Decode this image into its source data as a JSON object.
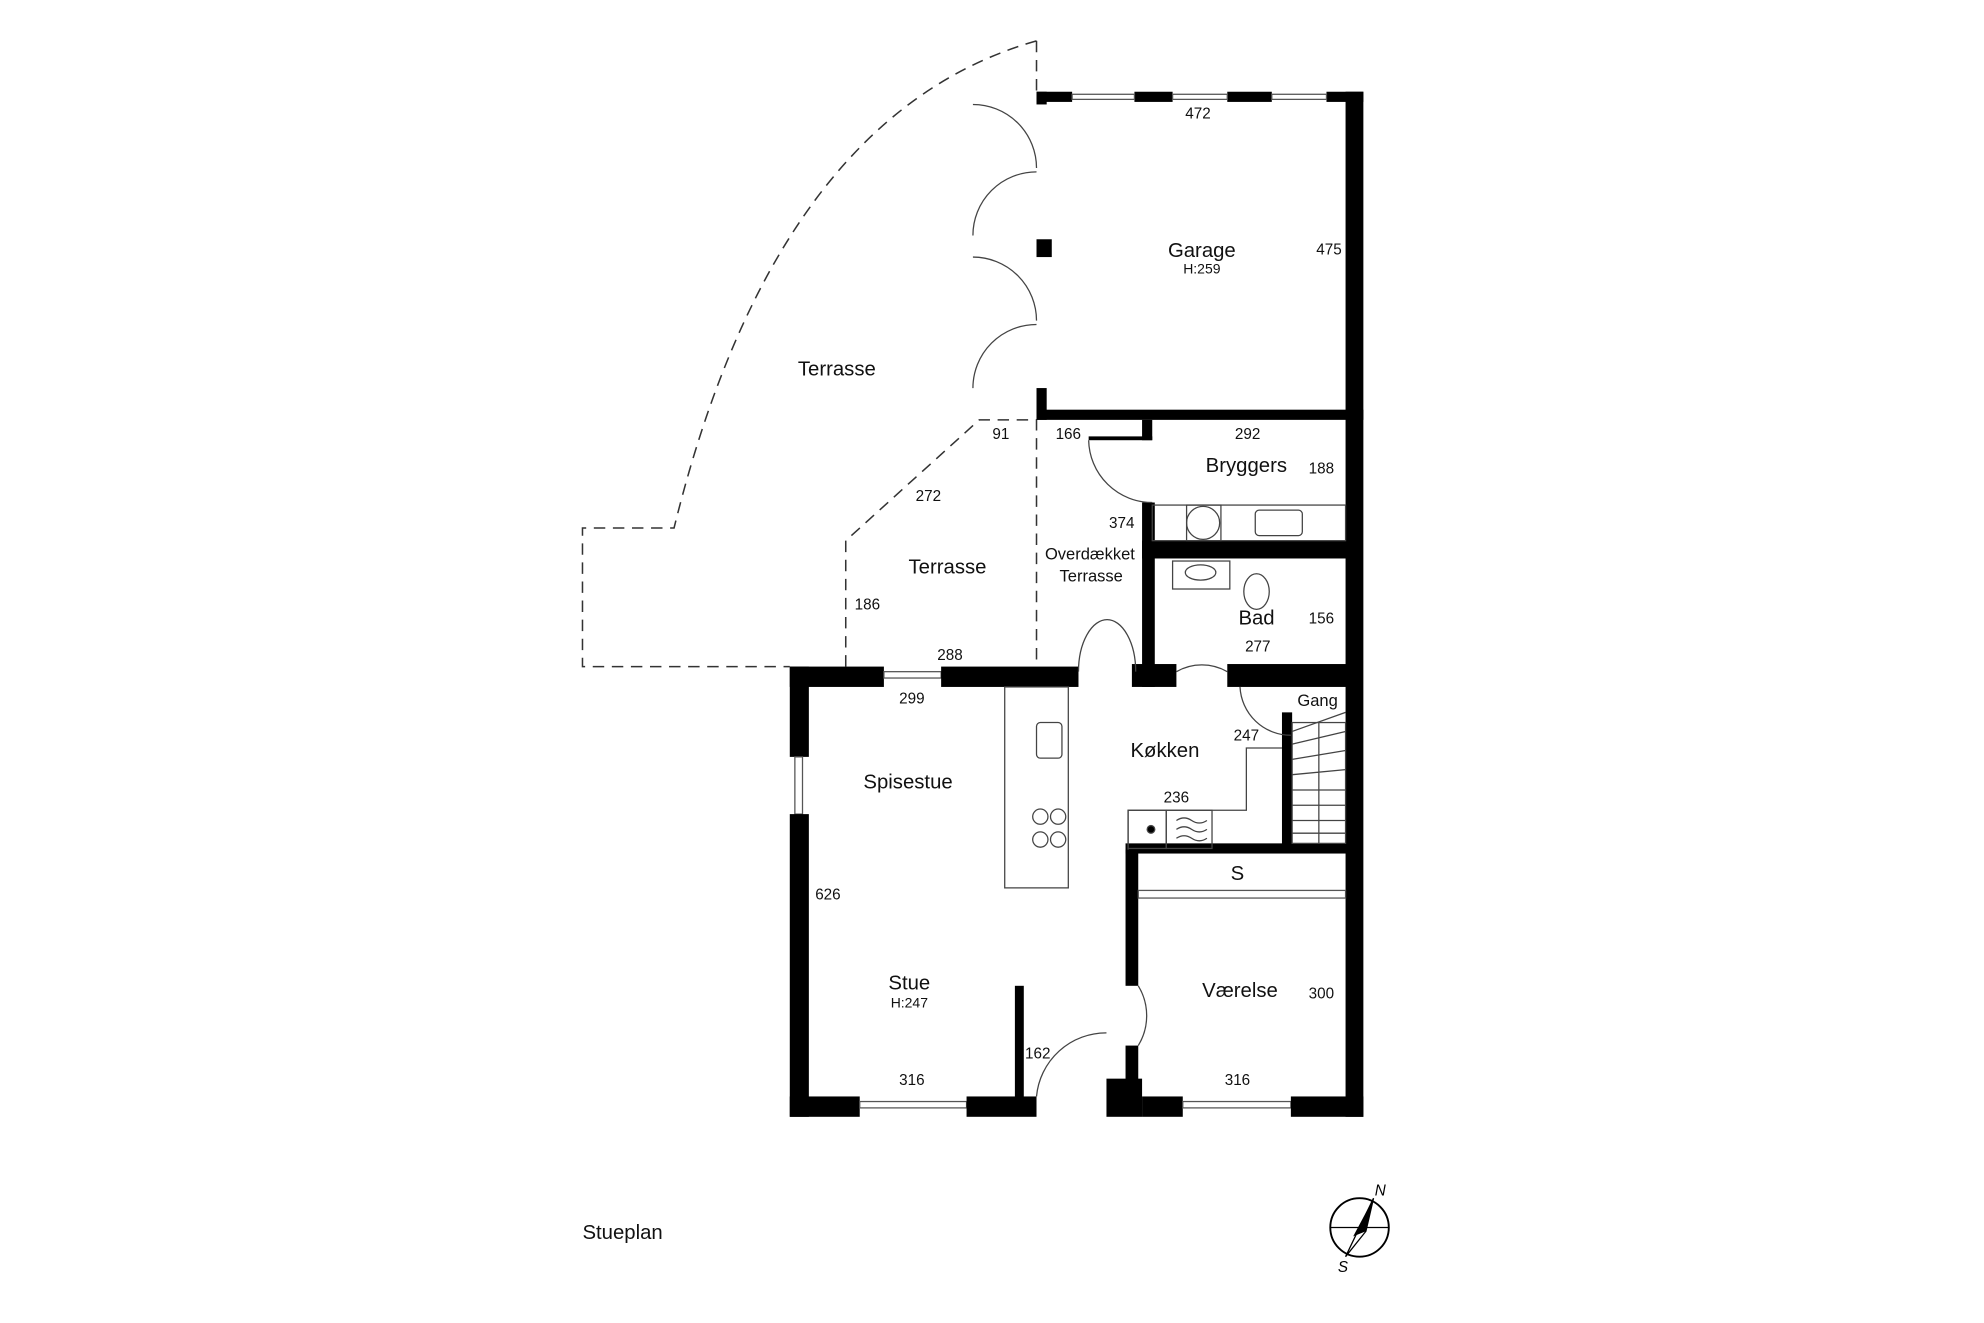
{
  "plan_title": "Stueplan",
  "rooms": {
    "garage": {
      "name": "Garage",
      "height": "H:259",
      "width": "472",
      "depth": "475"
    },
    "terrasse_outer": {
      "name": "Terrasse"
    },
    "terrasse_inner": {
      "name": "Terrasse",
      "dims": [
        "91",
        "272",
        "186",
        "288"
      ]
    },
    "overdaekket": {
      "name_line1": "Overdækket",
      "name_line2": "Terrasse",
      "dims": [
        "166",
        "374"
      ]
    },
    "bryggers": {
      "name": "Bryggers",
      "width": "292",
      "depth": "188"
    },
    "bad": {
      "name": "Bad",
      "width": "277",
      "depth": "156"
    },
    "gang": {
      "name": "Gang"
    },
    "koekken": {
      "name": "Køkken",
      "dims": [
        "247",
        "236"
      ]
    },
    "spisestue": {
      "name": "Spisestue",
      "width": "299"
    },
    "stue": {
      "name": "Stue",
      "height": "H:247",
      "depth": "626",
      "width": "316",
      "door": "162"
    },
    "skab": {
      "name": "S"
    },
    "vaerelse": {
      "name": "Værelse",
      "depth": "300",
      "width": "316"
    }
  },
  "compass": {
    "north": "N",
    "south": "S"
  }
}
